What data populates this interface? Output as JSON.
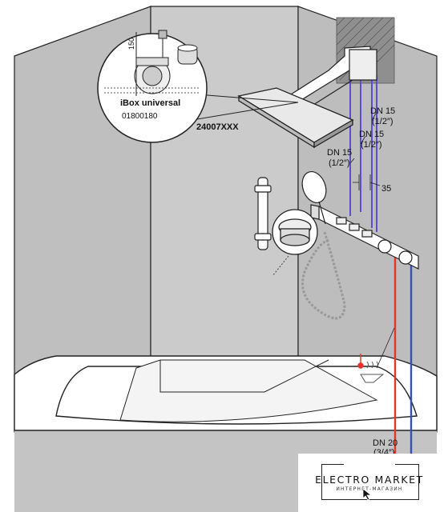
{
  "labels": {
    "ibox": "iBox universal",
    "ibox_code": "01800180",
    "head_code": "24007XXX",
    "dim_150": "150",
    "dim_35": "35",
    "dn15_1": "DN 15",
    "dn15_1_in": "(1/2″)",
    "dn15_2": "DN 15",
    "dn15_2_in": "(1/2″)",
    "dn15_3": "DN 15",
    "dn15_3_in": "(1/2″)",
    "dn20": "DN 20",
    "dn20_in": "(3/4″)"
  },
  "watermark": {
    "title": "ELECTRO MARKET",
    "subtitle": "ИНТЕРНЕТ-МАГАЗИН"
  },
  "colors": {
    "hot_pipe": "#e8332a",
    "cold_pipe": "#3b4fb0",
    "wall_side": "#bfbfbf",
    "wall_back": "#cfcfcf",
    "line": "#222222"
  }
}
